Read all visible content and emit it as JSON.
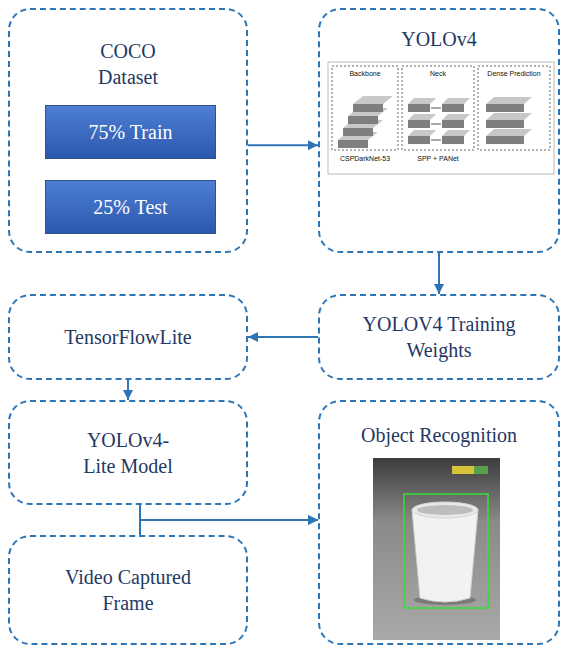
{
  "diagram": {
    "nodes": [
      {
        "text": [
          "COCO Dataset"
        ]
      },
      {
        "text": [
          "75% Train"
        ],
        "in": 0
      },
      {
        "text": [
          "25% Test"
        ],
        "in": 0
      },
      {
        "text": [
          "YOLOv4"
        ]
      },
      {
        "text": [
          "YOLOV4 Training Weights"
        ]
      },
      {
        "text": [
          "TensorFlowLite"
        ]
      },
      {
        "text": [
          "YOLOv4-Lite Model"
        ]
      },
      {
        "text": [
          "Object Recognition"
        ]
      },
      {
        "text": [
          "Video Captured Frame"
        ]
      }
    ],
    "edges": [
      {
        "from": 0,
        "to": 3,
        "arrow": "to"
      },
      {
        "from": 3,
        "to": 4,
        "arrow": "to"
      },
      {
        "from": 4,
        "to": 5,
        "arrow": "to"
      },
      {
        "from": 5,
        "to": 6,
        "arrow": "to"
      },
      {
        "from": 6,
        "to": 7,
        "arrow": "to"
      },
      {
        "from": 8,
        "to": 7,
        "arrow": "to"
      }
    ],
    "labels": [
      "Backbone",
      "Neck",
      "Dense Prediction",
      "CSPDarkNet-53",
      "SPP + PANet"
    ]
  }
}
